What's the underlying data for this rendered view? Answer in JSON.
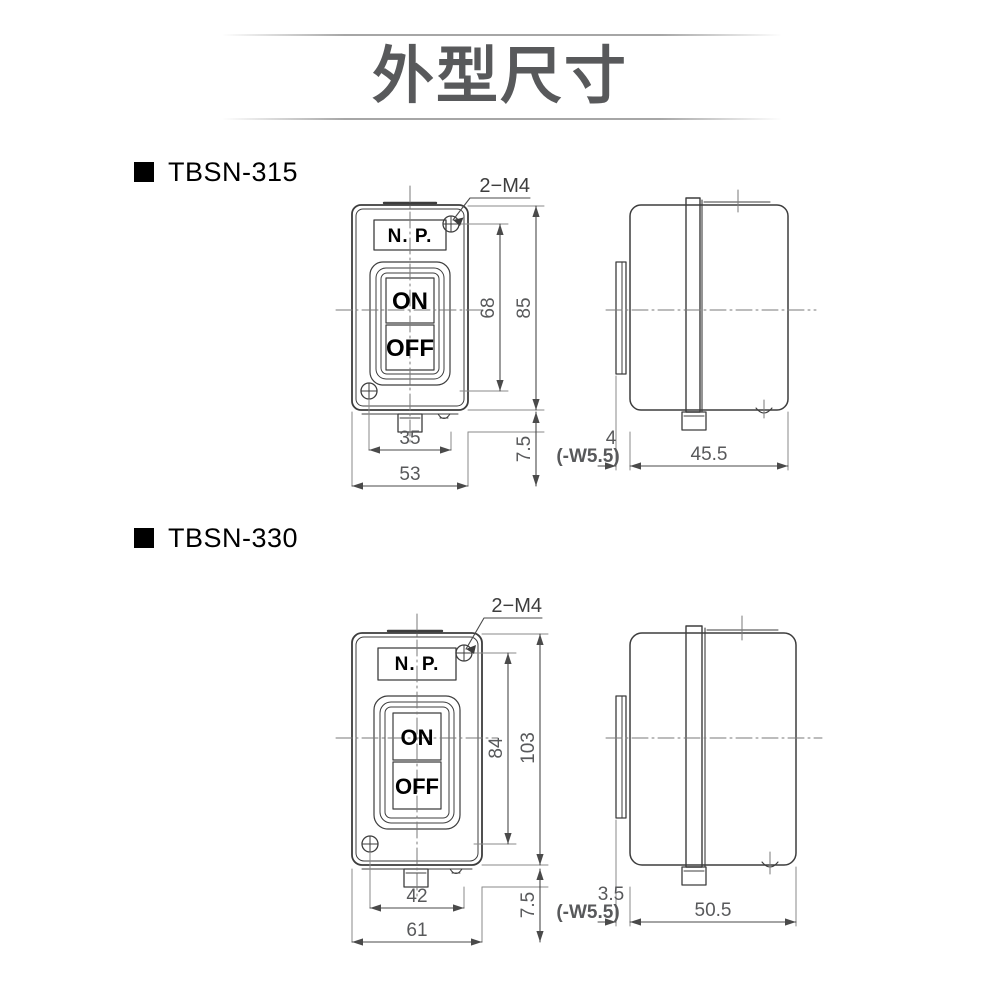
{
  "page": {
    "title": "外型尺寸",
    "background_color": "#ffffff",
    "title_color": "#58595b",
    "line_color": "#3d3d3d",
    "dim_text_color": "#58595b"
  },
  "sections": [
    {
      "id": "tbsn-315",
      "bullet": "filled-square",
      "label": "TBSN-315",
      "front_view": {
        "nameplate": "N. P.",
        "buttons": [
          "ON",
          "OFF"
        ],
        "callout": "2−M4",
        "dimensions": {
          "height_inner": "68",
          "height_outer": "85",
          "width_inner": "35",
          "width_outer": "53",
          "bottom_tab": "7.5"
        }
      },
      "side_view": {
        "dimensions": {
          "flange": "4",
          "note": "(-W5.5)",
          "depth": "45.5"
        }
      }
    },
    {
      "id": "tbsn-330",
      "bullet": "filled-square",
      "label": "TBSN-330",
      "front_view": {
        "nameplate": "N. P.",
        "buttons": [
          "ON",
          "OFF"
        ],
        "callout": "2−M4",
        "dimensions": {
          "height_inner": "84",
          "height_outer": "103",
          "width_inner": "42",
          "width_outer": "61",
          "bottom_tab": "7.5"
        }
      },
      "side_view": {
        "dimensions": {
          "flange": "3.5",
          "note": "(-W5.5)",
          "depth": "50.5"
        }
      }
    }
  ]
}
